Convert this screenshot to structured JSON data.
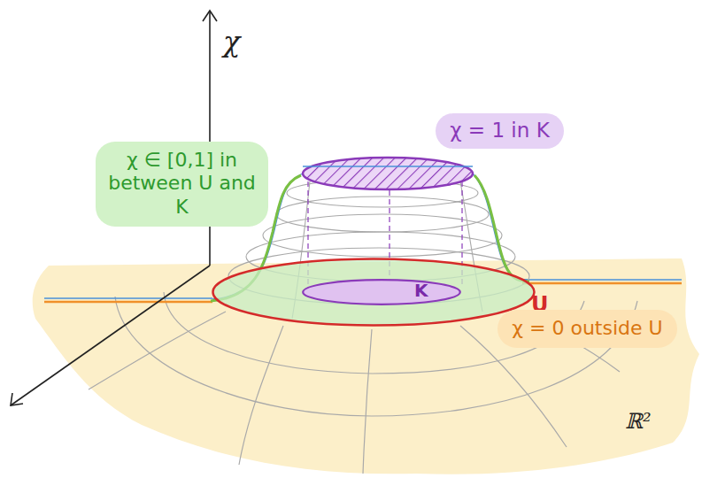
{
  "diagram": {
    "nodes": [
      {
        "text": [
          "χ = 1 in K"
        ]
      },
      {
        "text": [
          "χ ∈ [0,1] in between U and K"
        ]
      },
      {
        "text": [
          "U"
        ]
      },
      {
        "text": [
          "K"
        ],
        "in": 2
      },
      {
        "text": [
          "χ = 0 outside U"
        ]
      }
    ],
    "labels": [
      "χ",
      "ℝ²"
    ]
  }
}
